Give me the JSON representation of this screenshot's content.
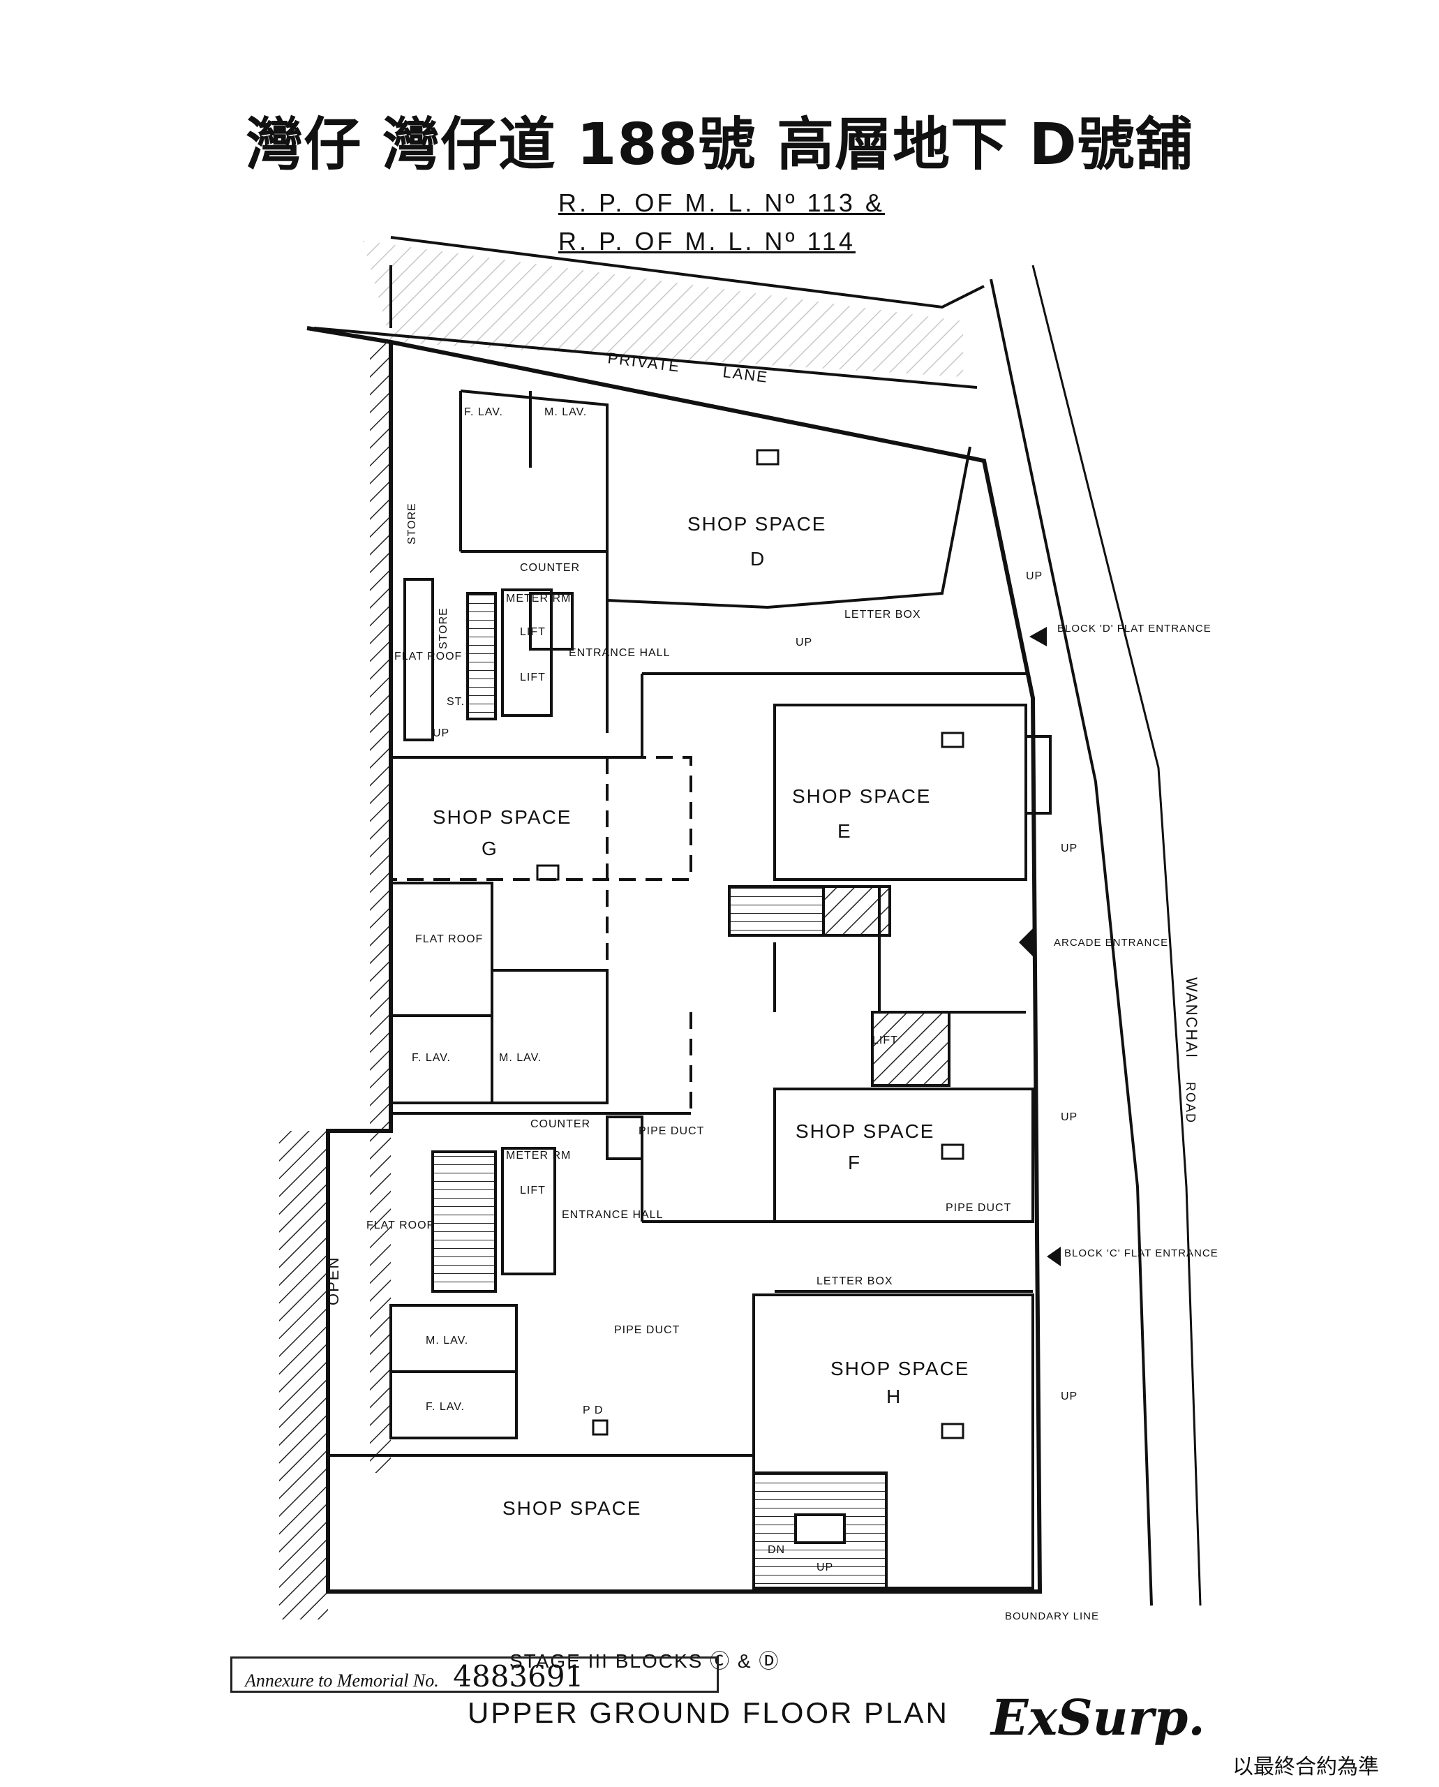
{
  "title": "灣仔 灣仔道 188號 高層地下 D號舖",
  "headings": [
    "R. P. OF M. L. Nº 113 &",
    "R. P. OF M. L. Nº 114"
  ],
  "streets": {
    "lane_1": "PRIVATE",
    "lane_2": "LANE",
    "road_1": "WANCHAI",
    "road_2": "ROAD",
    "open": "OPEN"
  },
  "shops": [
    {
      "text": "SHOP   SPACE",
      "id": "D"
    },
    {
      "text": "SHOP   SPACE",
      "id": "E"
    },
    {
      "text": "SHOP   SPACE",
      "id": "G"
    },
    {
      "text": "SHOP   SPACE",
      "id": "F"
    },
    {
      "text": "SHOP   SPACE",
      "id": "H"
    },
    {
      "text": "SHOP   SPACE",
      "id": ""
    }
  ],
  "rooms": {
    "f_lav": "F. LAV.",
    "m_lav": "M. LAV.",
    "store": "STORE",
    "counter": "COUNTER",
    "meter_rm": "METER RM",
    "lift": "LIFT",
    "entrance_hall": "ENTRANCE HALL",
    "flat_roof": "FLAT ROOF",
    "letter_box": "LETTER BOX",
    "pipe_duct": "PIPE DUCT",
    "up": "UP",
    "dn": "DN",
    "st": "ST.",
    "pd": "P D"
  },
  "entrances": {
    "block_d": "BLOCK 'D' FLAT ENTRANCE",
    "arcade": "ARCADE ENTRANCE",
    "block_c": "BLOCK 'C' FLAT ENTRANCE",
    "boundary": "BOUNDARY LINE"
  },
  "stage": "STAGE  III  BLOCKS  Ⓒ  &  Ⓓ",
  "annex_label": "Annexure to Memorial No.",
  "annex_number": "4883691",
  "plan_title": "UPPER GROUND FLOOR PLAN",
  "signature": "ExSurp.",
  "footer_note": "以最終合約為準"
}
